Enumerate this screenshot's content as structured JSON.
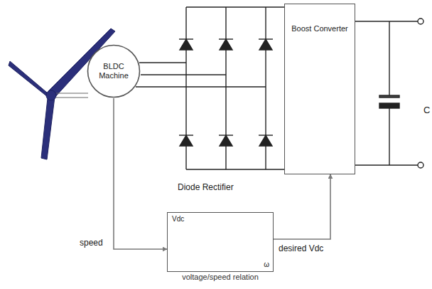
{
  "diagram": {
    "nodes": [
      {
        "text": [
          "BLDC Machine"
        ]
      },
      {
        "text": [
          "Boost Converter"
        ]
      },
      {
        "text": [
          "Vdc",
          "ω",
          "voltage/speed relation"
        ]
      }
    ],
    "edges": [
      {
        "from": 0,
        "to": 2,
        "arrow": "to",
        "label": "speed"
      },
      {
        "from": 2,
        "to": 1,
        "arrow": "to",
        "label": "desired Vdc"
      }
    ],
    "labels": [
      "Diode Rectifier",
      "C"
    ]
  }
}
